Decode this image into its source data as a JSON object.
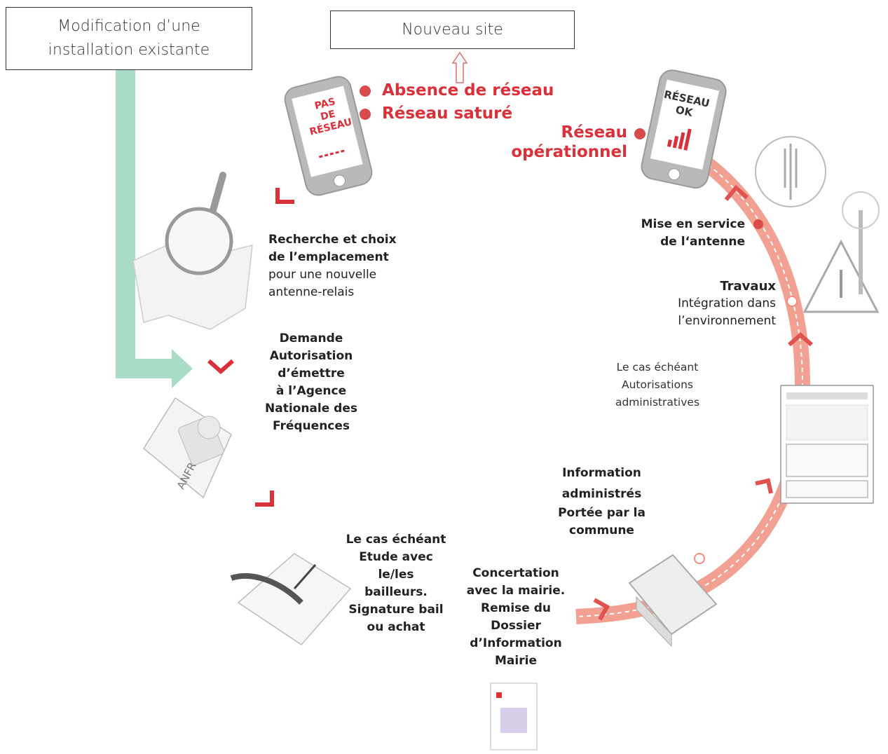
{
  "boxes": {
    "modification": "Modification d’une installation existante",
    "modification_line1": "Modification d’une",
    "modification_line2": "installation existante",
    "nouveau": "Nouveau site"
  },
  "phone_left": {
    "l1": "PAS",
    "l2": "DE",
    "l3": "RÉSEAU"
  },
  "phone_right": {
    "l1": "RÉSEAU",
    "l2": "OK"
  },
  "status": {
    "absence": "Absence de réseau",
    "sature": "Réseau saturé",
    "operationnel_1": "Réseau",
    "operationnel_2": "opérationnel"
  },
  "steps": {
    "recherche_1": "Recherche et choix",
    "recherche_2": "de l’emplacement",
    "recherche_3": "pour une nouvelle",
    "recherche_4": "antenne-relais",
    "demande_1": "Demande",
    "demande_2": "Autorisation",
    "demande_3": "d’émettre",
    "demande_4": "à l’Agence",
    "demande_5": "Nationale des",
    "demande_6": "Fréquences",
    "etude_1": "Le cas échéant",
    "etude_2": "Etude avec",
    "etude_3": "le/les",
    "etude_4": "bailleurs.",
    "etude_5": "Signature bail",
    "etude_6": "ou achat",
    "concert_1": "Concertation",
    "concert_2": "avec la mairie.",
    "concert_3": "Remise du",
    "concert_4": "Dossier",
    "concert_5": "d’Information",
    "concert_6": "Mairie",
    "info_1": "Information",
    "info_2": "administrés",
    "info_3": "Portée par la",
    "info_4": "commune",
    "autor_1": "Le cas échéant",
    "autor_2": "Autorisations",
    "autor_3": "administratives",
    "travaux_1": "Travaux",
    "travaux_2": "Intégration dans",
    "travaux_3": "l’environnement",
    "mise_1": "Mise en service",
    "mise_2": "de l‘antenne"
  },
  "icons": {
    "anfr_label": "ANFR"
  },
  "colors": {
    "red": "#d9303a",
    "arc": "#ef8f7f",
    "green_arrow": "#a8dcc6",
    "phone_grey": "#b9b9b9"
  }
}
